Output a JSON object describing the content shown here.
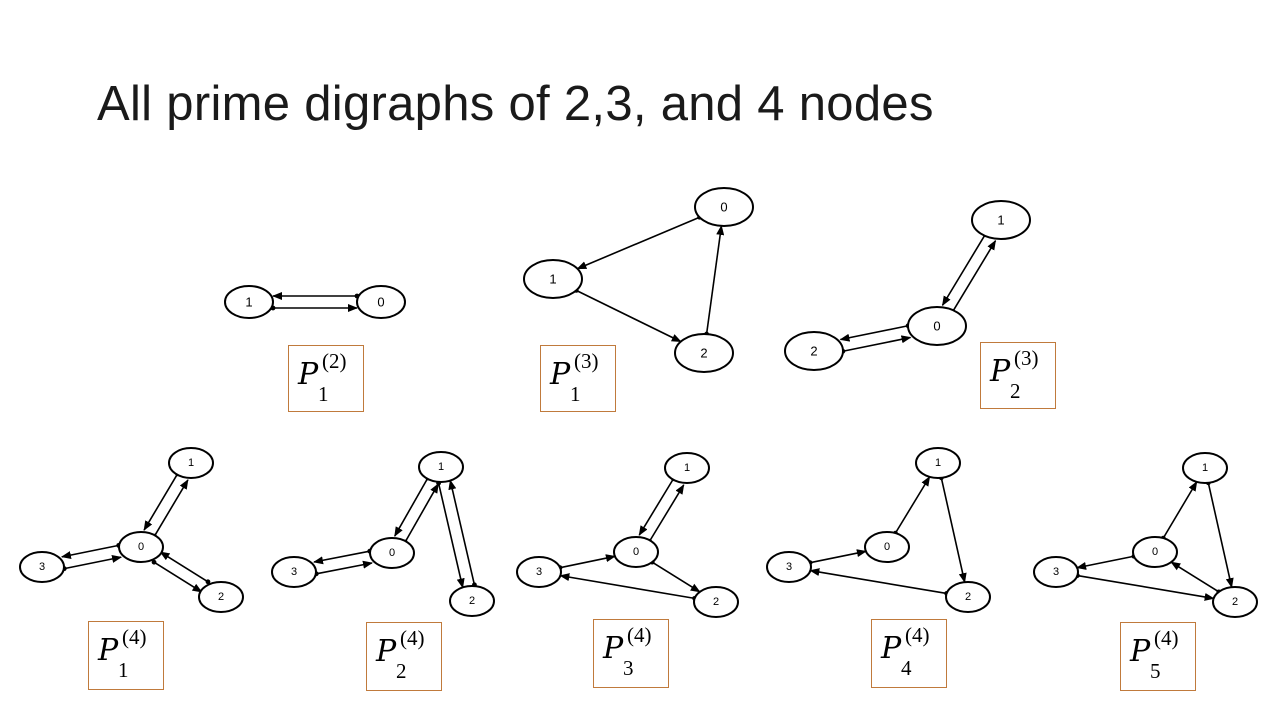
{
  "slide": {
    "title": "All prime digraphs of 2,3, and 4 nodes"
  },
  "graphs": [
    {
      "id": "p1-2",
      "label": {
        "letter": "P",
        "sub": "1",
        "sup": "(2)"
      },
      "nodes": [
        "1",
        "0"
      ],
      "edges": [
        [
          "0",
          "1"
        ],
        [
          "1",
          "0"
        ]
      ]
    },
    {
      "id": "p1-3",
      "label": {
        "letter": "P",
        "sub": "1",
        "sup": "(3)"
      },
      "nodes": [
        "0",
        "1",
        "2"
      ],
      "edges": [
        [
          "0",
          "1"
        ],
        [
          "1",
          "2"
        ],
        [
          "2",
          "0"
        ]
      ]
    },
    {
      "id": "p2-3",
      "label": {
        "letter": "P",
        "sub": "2",
        "sup": "(3)"
      },
      "nodes": [
        "1",
        "0",
        "2"
      ],
      "edges": [
        [
          "1",
          "0"
        ],
        [
          "0",
          "1"
        ],
        [
          "0",
          "2"
        ],
        [
          "2",
          "0"
        ]
      ]
    },
    {
      "id": "p1-4",
      "label": {
        "letter": "P",
        "sub": "1",
        "sup": "(4)"
      },
      "nodes": [
        "1",
        "0",
        "3",
        "2"
      ],
      "edges": [
        [
          "1",
          "0"
        ],
        [
          "0",
          "1"
        ],
        [
          "0",
          "3"
        ],
        [
          "3",
          "0"
        ],
        [
          "0",
          "2"
        ],
        [
          "2",
          "0"
        ]
      ]
    },
    {
      "id": "p2-4",
      "label": {
        "letter": "P",
        "sub": "2",
        "sup": "(4)"
      },
      "nodes": [
        "1",
        "0",
        "3",
        "2"
      ],
      "edges": [
        [
          "1",
          "0"
        ],
        [
          "0",
          "1"
        ],
        [
          "0",
          "3"
        ],
        [
          "3",
          "0"
        ],
        [
          "1",
          "2"
        ],
        [
          "2",
          "1"
        ]
      ]
    },
    {
      "id": "p3-4",
      "label": {
        "letter": "P",
        "sub": "3",
        "sup": "(4)"
      },
      "nodes": [
        "1",
        "0",
        "3",
        "2"
      ],
      "edges": [
        [
          "1",
          "0"
        ],
        [
          "0",
          "1"
        ],
        [
          "3",
          "0"
        ],
        [
          "0",
          "2"
        ],
        [
          "2",
          "3"
        ]
      ]
    },
    {
      "id": "p4-4",
      "label": {
        "letter": "P",
        "sub": "4",
        "sup": "(4)"
      },
      "nodes": [
        "1",
        "0",
        "3",
        "2"
      ],
      "edges": [
        [
          "0",
          "1"
        ],
        [
          "1",
          "2"
        ],
        [
          "3",
          "0"
        ],
        [
          "2",
          "3"
        ]
      ]
    },
    {
      "id": "p5-4",
      "label": {
        "letter": "P",
        "sub": "5",
        "sup": "(4)"
      },
      "nodes": [
        "1",
        "0",
        "3",
        "2"
      ],
      "edges": [
        [
          "0",
          "1"
        ],
        [
          "1",
          "2"
        ],
        [
          "2",
          "0"
        ],
        [
          "0",
          "3"
        ],
        [
          "3",
          "2"
        ]
      ]
    }
  ]
}
